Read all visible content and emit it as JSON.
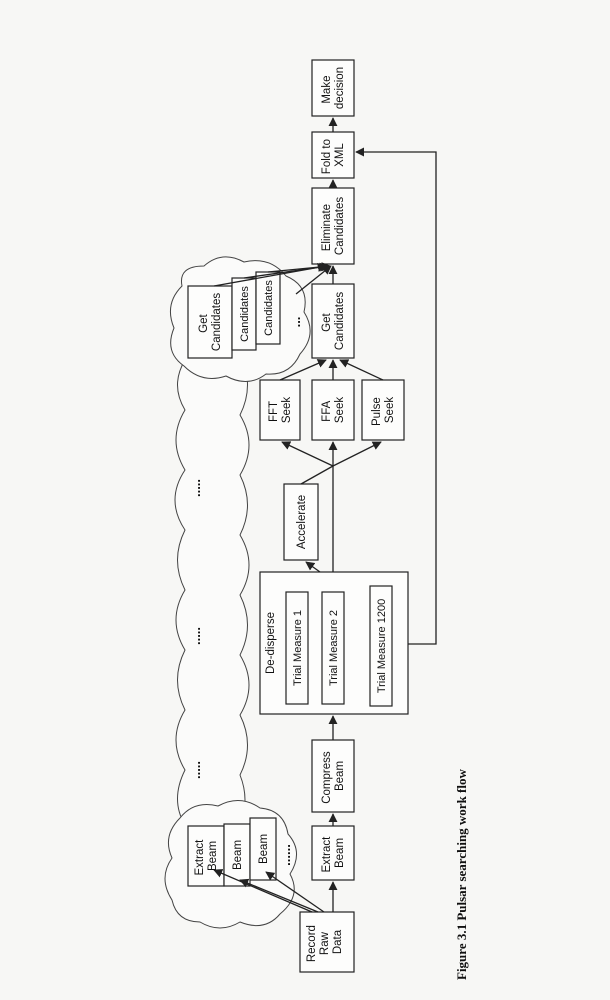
{
  "nodes": {
    "record_raw_data": [
      "Record",
      "Raw",
      "Data"
    ],
    "extract_beam_cloud": [
      "Extract",
      "Beam"
    ],
    "beam_a": "Beam",
    "beam_b": "Beam",
    "extract_beam": [
      "Extract",
      "Beam"
    ],
    "compress_beam": [
      "Compress",
      "Beam"
    ],
    "de_disperse": "De-disperse",
    "trial_1": "Trial Measure 1",
    "trial_2": "Trial Measure 2",
    "trial_1200": "Trial Measure 1200",
    "accelerate": "Accelerate",
    "fft_seek": [
      "FFT",
      "Seek"
    ],
    "ffa_seek": [
      "FFA",
      "Seek"
    ],
    "pulse_seek": [
      "Pulse",
      "Seek"
    ],
    "get_candidates_cloud": [
      "Get",
      "Candidates"
    ],
    "candidates_a": "Candidates",
    "candidates_b": "Candidates",
    "get_candidates": [
      "Get",
      "Candidates"
    ],
    "eliminate_candidates": [
      "Eliminate",
      "Candidates"
    ],
    "fold_to_xml": [
      "Fold to",
      "XML"
    ],
    "make_decision": [
      "Make",
      "decision"
    ]
  },
  "ellipses": {
    "beam_stack": "......",
    "cloud_dots_1": ".....",
    "cloud_dots_2": ".....",
    "cloud_dots_3": ".....",
    "candidates_stack": "..."
  },
  "caption": "Figure 3.1  Pulsar searching work flow"
}
